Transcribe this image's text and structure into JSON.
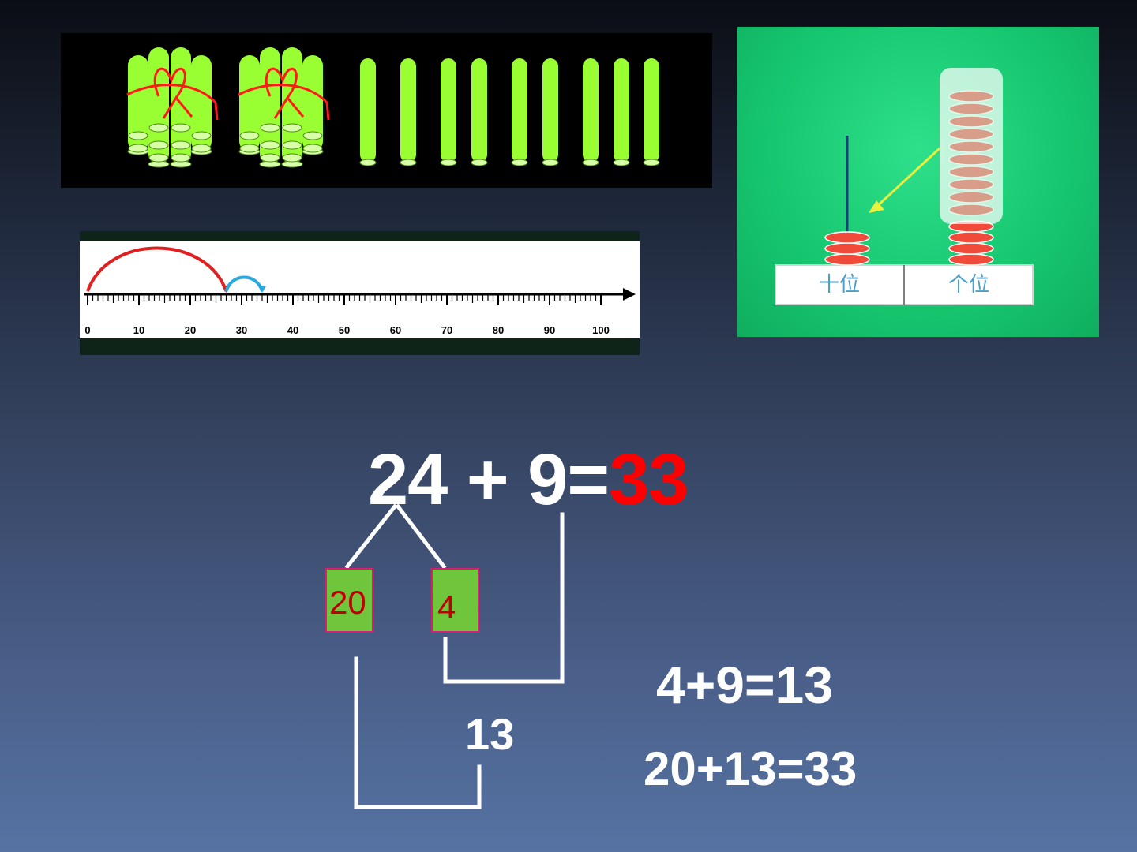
{
  "equation": {
    "left": "24 + 9=",
    "result": "33",
    "result_color": "#ff0000"
  },
  "decompose": {
    "tens": "20",
    "ones": "4",
    "partial_sum": "13"
  },
  "steps": {
    "step1": "4+9=13",
    "step2": "20+13=33"
  },
  "sticks": {
    "bundles": 2,
    "loose": 9,
    "stick_color": "#99ff33",
    "string_color": "#ff1a1a"
  },
  "number_line": {
    "ticks": [
      "0",
      "10",
      "20",
      "30",
      "40",
      "50",
      "60",
      "70",
      "80",
      "90",
      "100"
    ],
    "jumps": [
      {
        "from": 0,
        "to": 27,
        "color": "#e02020"
      },
      {
        "from": 27,
        "to": 34,
        "color": "#2aa8e0"
      }
    ]
  },
  "abacus": {
    "tens_label": "十位",
    "ones_label": "个位",
    "tens_beads": 3,
    "ones_beads": 4,
    "ones_beads_moving": 10,
    "bead_color": "#f04a3a",
    "arrow_color": "#e8f040"
  }
}
